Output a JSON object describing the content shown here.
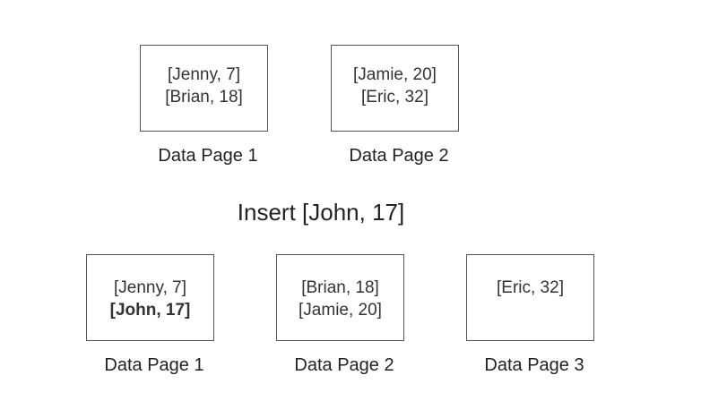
{
  "before": {
    "pages": [
      {
        "caption": "Data Page 1",
        "records": [
          "[Jenny, 7]",
          "[Brian, 18]"
        ]
      },
      {
        "caption": "Data Page 2",
        "records": [
          "[Jamie, 20]",
          "[Eric, 32]"
        ]
      }
    ]
  },
  "operation": "Insert [John, 17]",
  "after": {
    "pages": [
      {
        "caption": "Data Page 1",
        "records": [
          "[Jenny, 7]",
          "[John, 17]"
        ],
        "highlighted_record": "[John, 17]"
      },
      {
        "caption": "Data Page 2",
        "records": [
          "[Brian, 18]",
          "[Jamie, 20]"
        ]
      },
      {
        "caption": "Data Page 3",
        "records": [
          "[Eric, 32]"
        ]
      }
    ]
  }
}
